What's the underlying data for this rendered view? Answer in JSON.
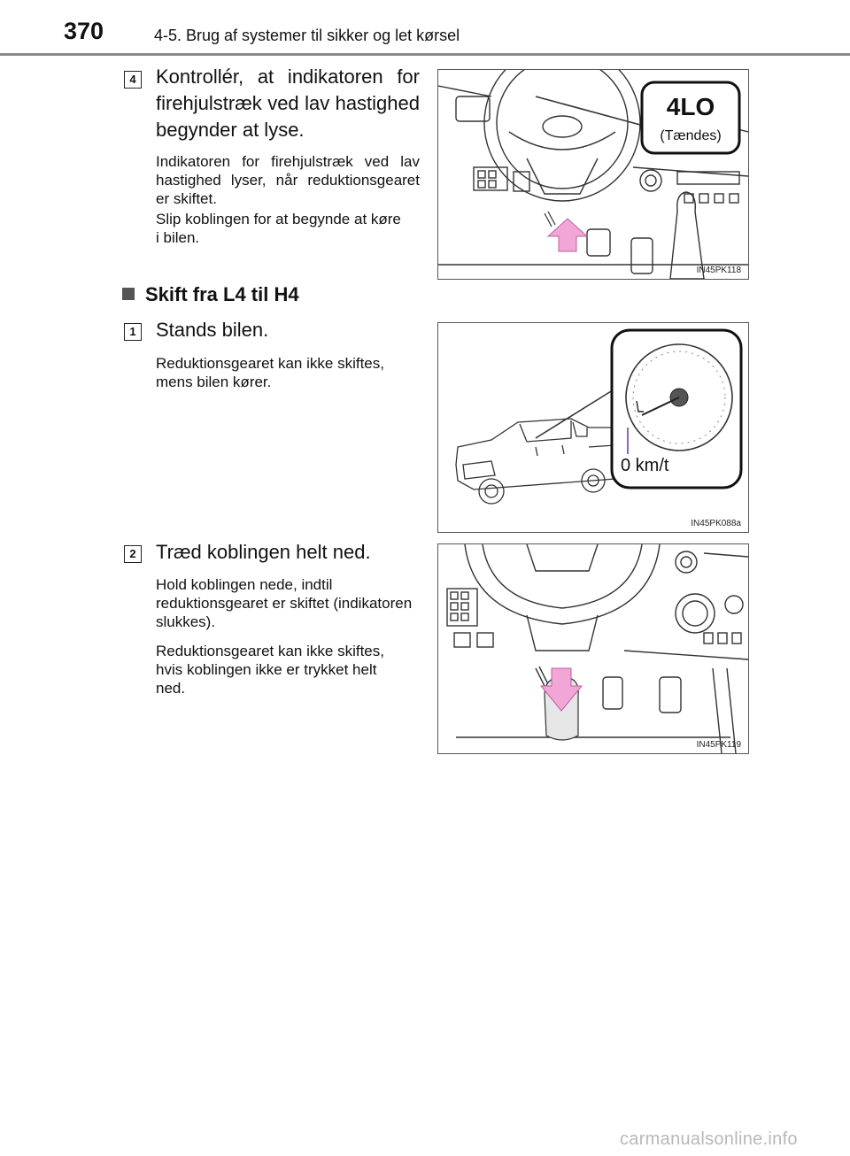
{
  "header": {
    "page_number": "370",
    "section_title": "4-5. Brug af systemer til sikker og let kørsel"
  },
  "step4": {
    "number": "4",
    "title": "Kontrollér, at indikatoren for firehjulstræk ved lav hastighed begynder at lyse.",
    "paragraphs": [
      "Indikatoren for firehjulstræk ved lav hastighed lyser, når reduktionsgearet er skiftet.",
      "Slip koblingen for at begynde at køre i bilen."
    ],
    "figure": {
      "indicator_label": "4LO",
      "indicator_sub": "(Tændes)",
      "code": "IN45PK118"
    }
  },
  "subsection": {
    "title": "Skift fra L4 til H4"
  },
  "step1": {
    "number": "1",
    "title": "Stands bilen.",
    "paragraphs": [
      "Reduktionsgearet kan ikke skiftes, mens bilen kører."
    ],
    "figure": {
      "speed_label": "0 km/t",
      "code": "IN45PK088a"
    }
  },
  "step2": {
    "number": "2",
    "title": "Træd koblingen helt ned.",
    "paragraphs": [
      "Hold koblingen nede, indtil reduktionsgearet er skiftet (indikatoren slukkes).",
      "Reduktionsgearet kan ikke skiftes, hvis koblingen ikke er trykket helt ned."
    ],
    "figure": {
      "code": "IN45PK119"
    }
  },
  "footer": {
    "watermark": "carmanualsonline.info"
  },
  "colors": {
    "arrow_pink": "#f2a6d8",
    "highlight_purple": "#7a3fb0",
    "rule_gray": "#8a8a8a"
  }
}
